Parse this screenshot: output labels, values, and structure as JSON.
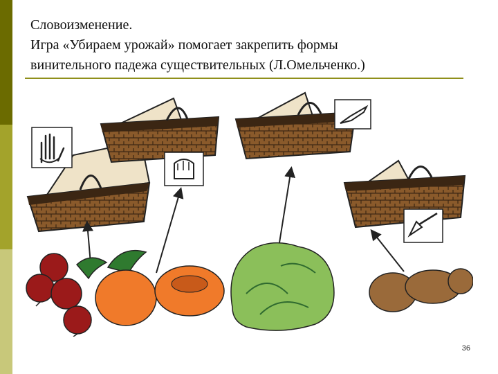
{
  "slide": {
    "title_lines": [
      "Словоизменение.",
      "Игра «Убираем урожай» помогает закрепить формы",
      "винительного падежа существительных (Л.Омельченко.)"
    ],
    "page_number": "36"
  },
  "colors": {
    "sidebar_dark": "#6b6b00",
    "sidebar_mid": "#a3a32b",
    "sidebar_light": "#c8c87a",
    "rule": "#8f8f1a",
    "basket": "#8a5a2b",
    "basket_dark": "#3b2613",
    "tomato": "#f07a2a",
    "beet": "#9b1a1a",
    "lettuce": "#8bbf5a",
    "potato": "#9a6a3a"
  },
  "illustration": {
    "baskets": [
      "basket-1",
      "basket-2",
      "basket-3",
      "basket-4"
    ],
    "icons": [
      "hand-icon",
      "fist-icon",
      "knife-icon",
      "shovel-icon"
    ],
    "vegetables": [
      "beets",
      "tomatoes",
      "lettuce",
      "potatoes"
    ]
  }
}
